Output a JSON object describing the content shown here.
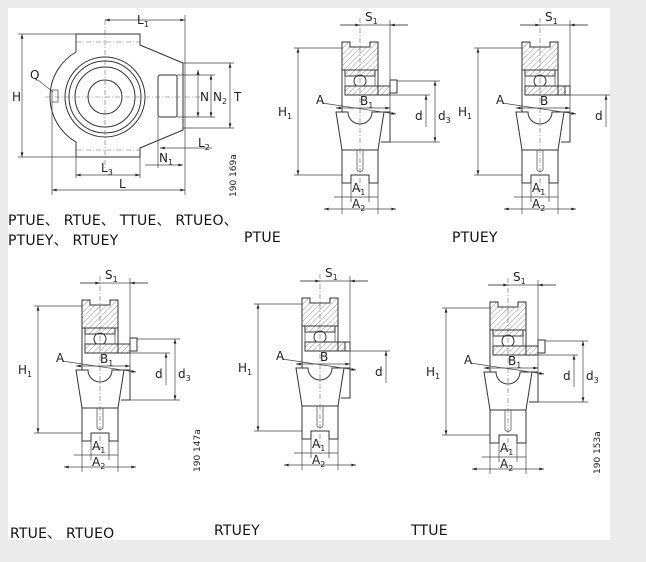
{
  "front_view": {
    "labels": {
      "L1": "L",
      "L1_sub": "1",
      "H": "H",
      "Q": "Q",
      "N": "N",
      "N2": "N",
      "N2_sub": "2",
      "T": "T",
      "L2": "L",
      "L2_sub": "2",
      "N1": "N",
      "N1_sub": "1",
      "L3": "L",
      "L3_sub": "3",
      "L": "L"
    },
    "drawing_number": "190 169a",
    "caption_line1": "PTUE、 RTUE、 TTUE、 RTUEO、",
    "caption_line2": "PTUEY、 RTUEY"
  },
  "side_views": [
    {
      "id": "ptue",
      "caption": "PTUE",
      "bore_label": "B",
      "bore_sub": "1",
      "has_d3": true,
      "drawing_number": ""
    },
    {
      "id": "ptuey",
      "caption": "PTUEY",
      "bore_label": "B",
      "bore_sub": "",
      "has_d3": false,
      "drawing_number": ""
    },
    {
      "id": "rtue",
      "caption": "RTUE、 RTUEO",
      "bore_label": "B",
      "bore_sub": "1",
      "has_d3": true,
      "drawing_number": "190 147a"
    },
    {
      "id": "rtuey",
      "caption": "RTUEY",
      "bore_label": "B",
      "bore_sub": "",
      "has_d3": false,
      "drawing_number": ""
    },
    {
      "id": "ttue",
      "caption": "TTUE",
      "bore_label": "B",
      "bore_sub": "1",
      "has_d3": true,
      "drawing_number": "190 153a"
    }
  ],
  "side_labels": {
    "S": "S",
    "S_sub": "1",
    "H": "H",
    "H_sub": "1",
    "A": "A",
    "d": "d",
    "d3": "d",
    "d3_sub": "3",
    "A1": "A",
    "A1_sub": "1",
    "A2": "A",
    "A2_sub": "2"
  }
}
